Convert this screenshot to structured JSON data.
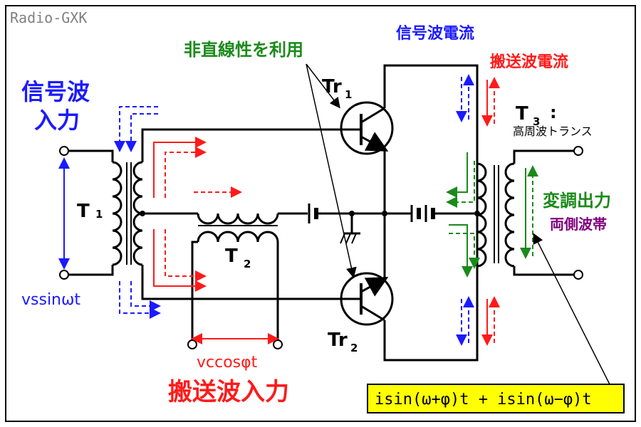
{
  "watermark": "Radio-GXK",
  "labels": {
    "signal_input_1": "信号波",
    "signal_input_2": "入力",
    "signal_formula": "vssinωt",
    "t1": "T",
    "t1_sub": "1",
    "t2": "T",
    "t2_sub": "2",
    "t3": "T",
    "t3_sub": "3",
    "t3_colon": ":",
    "t3_desc": "高周波トランス",
    "tr1": "Tr",
    "tr1_sub": "1",
    "tr2": "Tr",
    "tr2_sub": "2",
    "nonlinear": "非直線性を利用",
    "signal_current": "信号波電流",
    "carrier_current": "搬送波電流",
    "mod_output": "変調出力",
    "dsb": "両側波帯",
    "carrier_formula": "vccosφt",
    "carrier_input": "搬送波入力",
    "output_formula": "isin(ω+φ)t + isin(ω−φ)t"
  },
  "colors": {
    "signal": "#1a1aff",
    "carrier": "#ff1a1a",
    "output": "#1a8a1a",
    "dsb": "#800080",
    "formula_box": "#ffff00"
  }
}
